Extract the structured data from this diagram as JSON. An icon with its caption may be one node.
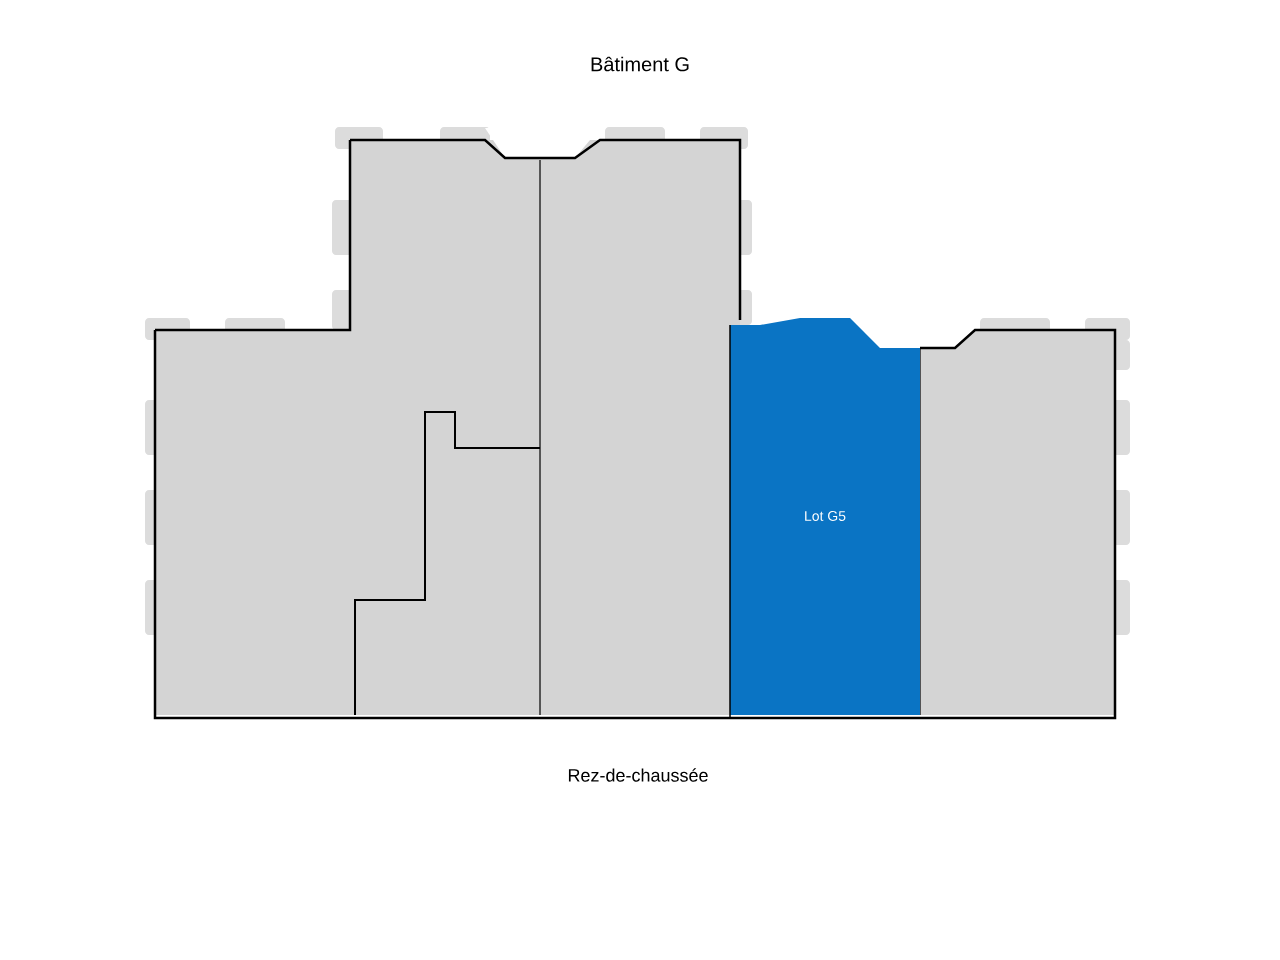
{
  "diagram": {
    "title": "Bâtiment G",
    "caption": "Rez-de-chaussée",
    "nodes": [
      {
        "text": [
          "Lot G5"
        ]
      }
    ]
  }
}
